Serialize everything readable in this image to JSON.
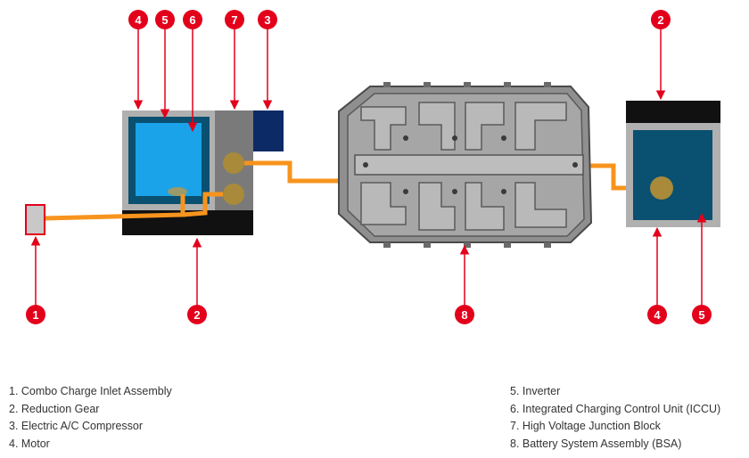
{
  "colors": {
    "marker": "#e3001b",
    "cable": "#f7941d",
    "component_frame": "#b5b5b5",
    "screen_blue": "#1aa3e8",
    "navy": "#0c2a66",
    "dark_teal": "#0a5070"
  },
  "markers": {
    "m1": "1",
    "m2_bottom": "2",
    "m2_right": "2",
    "m3": "3",
    "m4_top": "4",
    "m4_right": "4",
    "m5_top": "5",
    "m5_right": "5",
    "m6": "6",
    "m7": "7",
    "m8": "8"
  },
  "legend": {
    "left": [
      "1. Combo Charge Inlet Assembly",
      "2. Reduction Gear",
      "3. Electric A/C Compressor",
      "4. Motor"
    ],
    "right": [
      "5. Inverter",
      "6. Integrated Charging Control Unit (ICCU)",
      "7. High Voltage Junction Block",
      "8. Battery System Assembly (BSA)"
    ]
  }
}
